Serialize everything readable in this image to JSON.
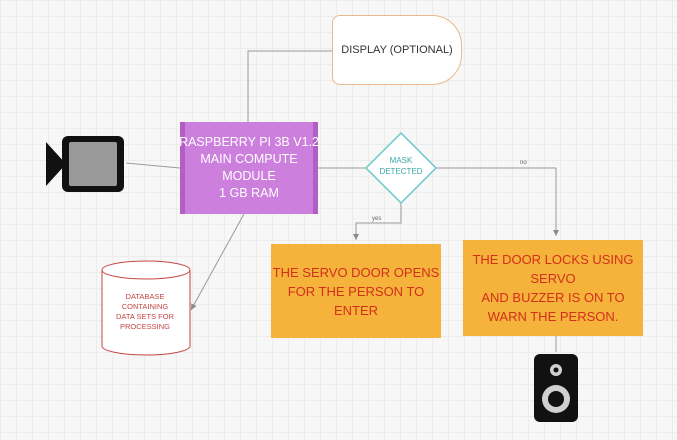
{
  "nodes": {
    "display": {
      "label": "DISPLAY (OPTIONAL)"
    },
    "rpi": {
      "lines": [
        "RASPBERRY PI 3B V1.2",
        "MAIN COMPUTE",
        "MODULE",
        "1 GB RAM"
      ]
    },
    "mask": {
      "lines": [
        "MASK",
        "DETECTED"
      ]
    },
    "servo": {
      "lines": [
        "THE SERVO DOOR OPENS",
        "FOR THE PERSON TO",
        "ENTER"
      ]
    },
    "lock": {
      "lines": [
        "THE DOOR LOCKS USING",
        "SERVO",
        "AND BUZZER IS ON TO",
        "WARN THE PERSON."
      ]
    },
    "database": {
      "lines": [
        "DATABASE",
        "CONTAINING",
        "DATA SETS FOR",
        "PROCESSING"
      ]
    }
  },
  "edge_labels": {
    "yes": "yes",
    "no": "no"
  },
  "icons": {
    "camera": "video-camera-icon",
    "speaker": "speaker-icon"
  },
  "colors": {
    "processor": "#cc7fdc",
    "action": "#f5b33b",
    "action_text": "#d2301b",
    "decision": "#6cc6c6",
    "database": "#c64646"
  }
}
